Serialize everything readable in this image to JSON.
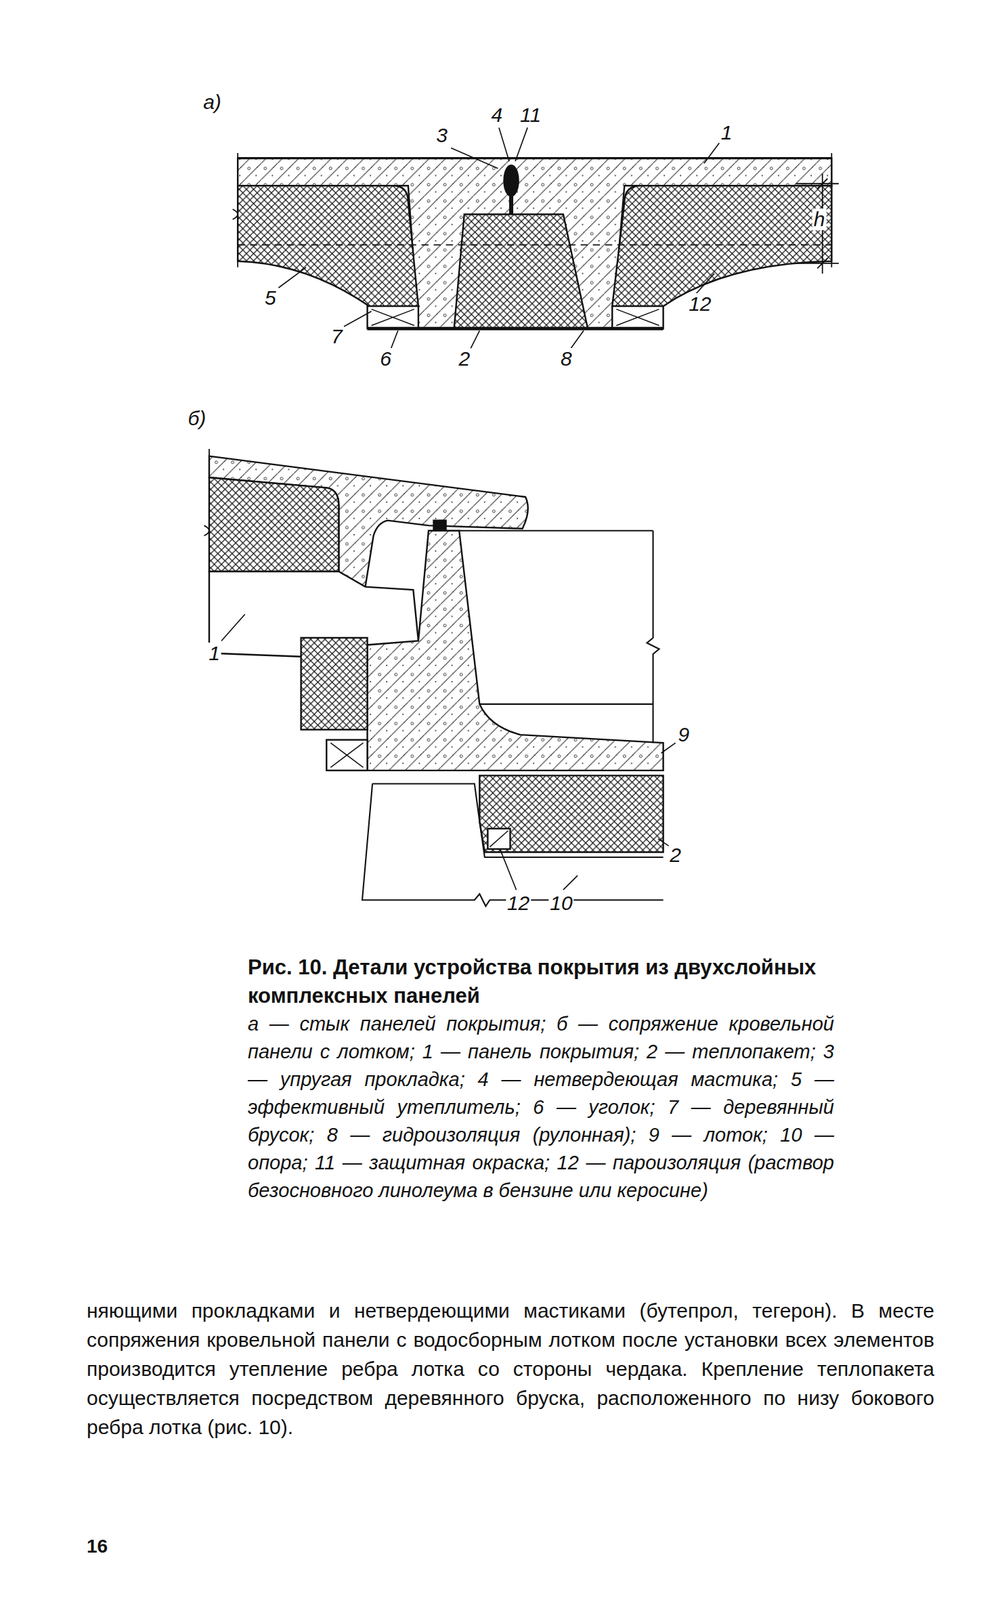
{
  "diagram": {
    "caption": "Рис. 10. Детали устройства покрытия из двухслойных комплексных панелей",
    "labels": [
      "а)",
      "4",
      "11",
      "3",
      "1",
      "h",
      "5",
      "12",
      "7",
      "6",
      "2",
      "8",
      "б)",
      "1",
      "9",
      "2",
      "12",
      "10",
      "а — стык панелей покрытия; б — сопряжение кровельной панели с лотком; 1 — панель покрытия; 2 — теплопакет; 3 — упругая прокладка; 4 — нетвердеющая мастика; 5 — эффективный утеплитель; 6 — уголок; 7 — деревянный брусок; 8 — гидроизоляция (рулонная); 9 — лоток; 10 — опора; 11 — защитная окраска; 12 — пароизоляция (раствор безосновного линолеума в бензине или керосине)",
      "няющими прокладками и нетвердеющими мастиками (бутепрол, тегерон). В месте сопряжения кровельной панели с водосборным лотком после установки всех элементов производится утепление ребра лотка со стороны чердака. Крепление теплопакета осуществляется посредством деревянного бруска, расположенного по низу бокового ребра лотка (рис. 10).",
      "16"
    ]
  }
}
